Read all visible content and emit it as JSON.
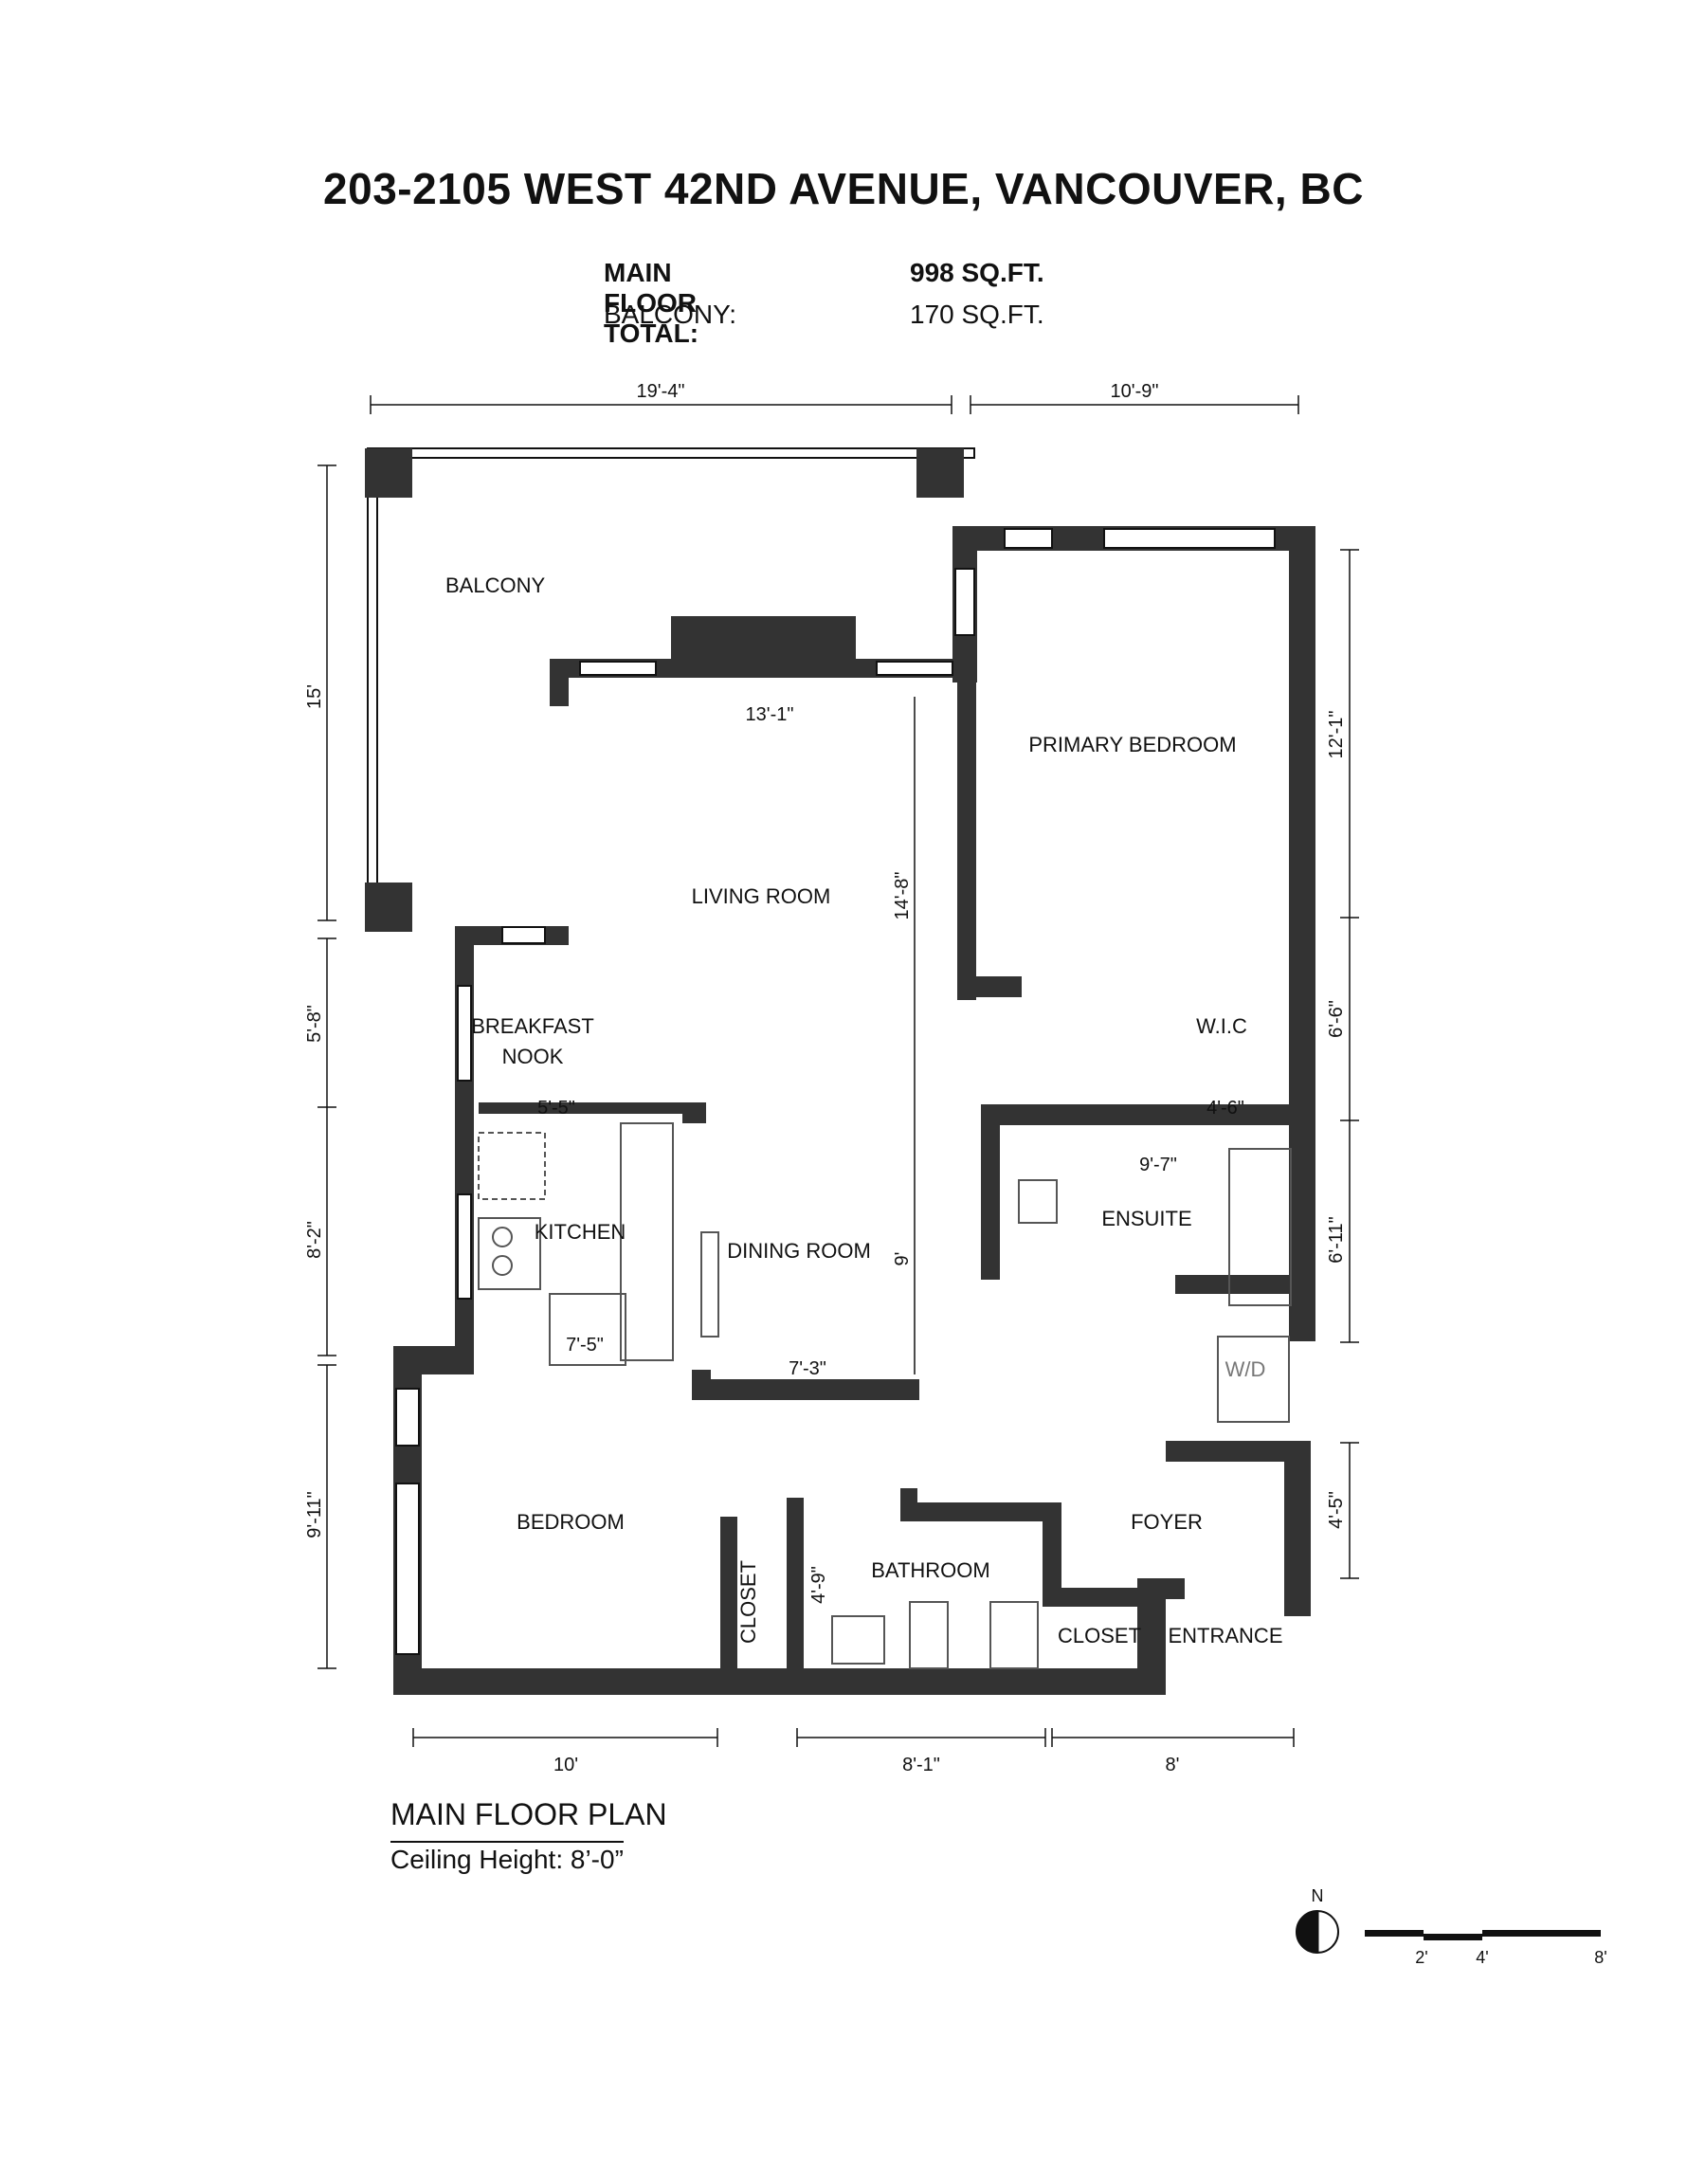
{
  "title": "203-2105 WEST 42ND AVENUE, VANCOUVER, BC",
  "areas": [
    {
      "label": "MAIN FLOOR TOTAL:",
      "value": "998 SQ.FT."
    },
    {
      "label": "BALCONY:",
      "value": "170 SQ.FT."
    }
  ],
  "rooms": {
    "balcony": "BALCONY",
    "primary_bedroom": "PRIMARY BEDROOM",
    "living_room": "LIVING ROOM",
    "breakfast_nook_1": "BREAKFAST",
    "breakfast_nook_2": "NOOK",
    "wic": "W.I.C",
    "kitchen": "KITCHEN",
    "dining_room": "DINING ROOM",
    "ensuite": "ENSUITE",
    "wd": "W/D",
    "bedroom": "BEDROOM",
    "closet_bedroom": "CLOSET",
    "bathroom": "BATHROOM",
    "foyer": "FOYER",
    "closet_entry": "CLOSET",
    "entrance": "ENTRANCE"
  },
  "dimensions": {
    "top_left": "19'-4\"",
    "top_right": "10'-9\"",
    "balcony_height": "15'",
    "living_width": "13'-1\"",
    "living_height": "14'-8\"",
    "primary_height": "12'-1\"",
    "nook_height": "5'-8\"",
    "wic_height": "6'-6\"",
    "nook_width": "5'-5\"",
    "wic_width": "4'-6\"",
    "ensuite_width": "9'-7\"",
    "kitchen_height": "8'-2\"",
    "ensuite_height": "6'-11\"",
    "dining_height": "9'",
    "kitchen_width": "7'-5\"",
    "dining_width": "7'-3\"",
    "bedroom_height": "9'-11\"",
    "foyer_height": "4'-5\"",
    "bathroom_depth": "4'-9\"",
    "bottom_left": "10'",
    "bottom_mid": "8'-1\"",
    "bottom_right": "8'"
  },
  "plan_title": "MAIN FLOOR PLAN",
  "ceiling_height": "Ceiling Height: 8’-0”",
  "compass": "N",
  "scale": [
    "2'",
    "4'",
    "8'"
  ],
  "colors": {
    "wall": "#333333",
    "line": "#111111"
  }
}
